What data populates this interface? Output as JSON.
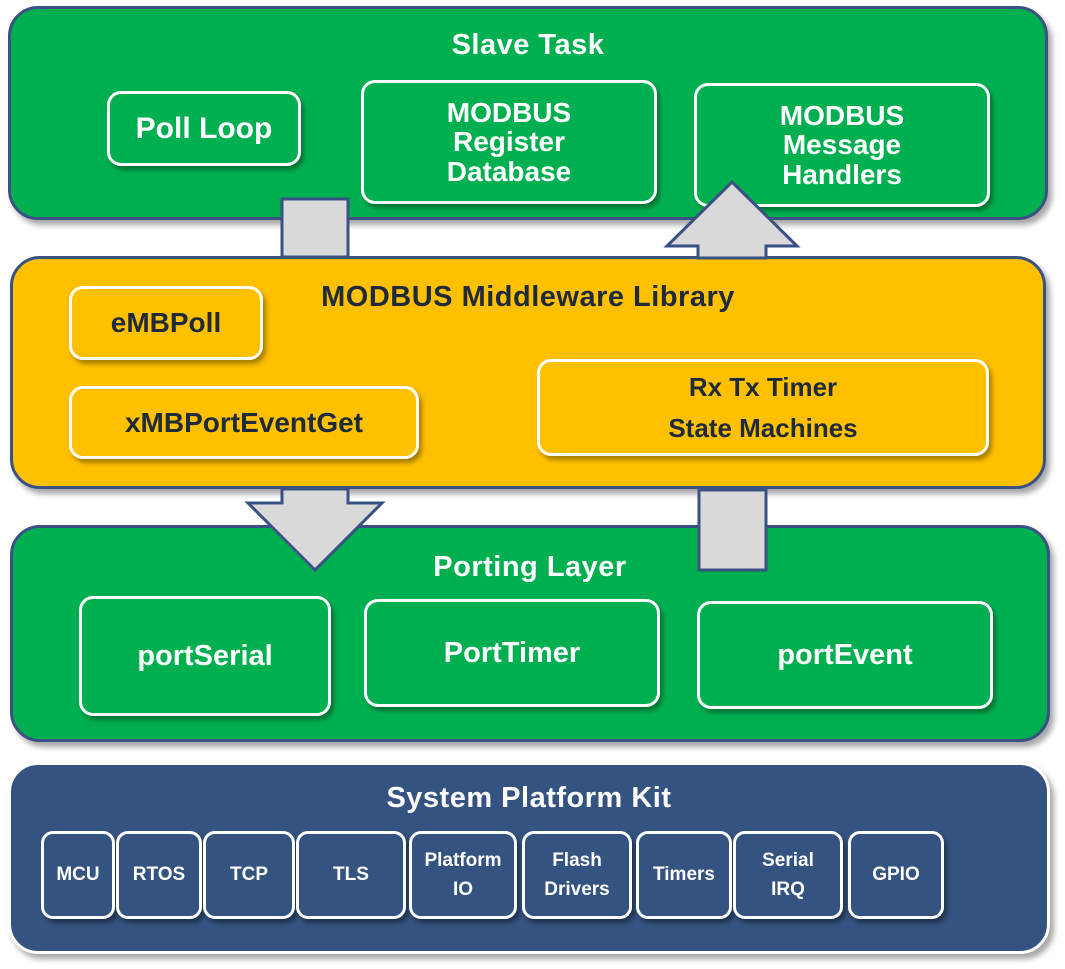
{
  "slave_task": {
    "title": "Slave Task",
    "poll_loop": "Poll Loop",
    "register_db": "MODBUS\nRegister\nDatabase",
    "msg_handlers": "MODBUS\nMessage\nHandlers"
  },
  "middleware": {
    "title": "MODBUS Middleware Library",
    "embpoll": "eMBPoll",
    "event_get": "xMBPortEventGet",
    "state_machines": "Rx Tx Timer\nState Machines"
  },
  "porting": {
    "title": "Porting Layer",
    "serial": "portSerial",
    "timer": "PortTimer",
    "event": "portEvent"
  },
  "platform": {
    "title": "System Platform Kit",
    "items": [
      "MCU",
      "RTOS",
      "TCP",
      "TLS",
      "Platform\nIO",
      "Flash\nDrivers",
      "Timers",
      "Serial\nIRQ",
      "GPIO"
    ]
  },
  "colors": {
    "green": "#00b050",
    "orange": "#ffc000",
    "navy": "#355380",
    "arrow": "#d9d9d9"
  }
}
